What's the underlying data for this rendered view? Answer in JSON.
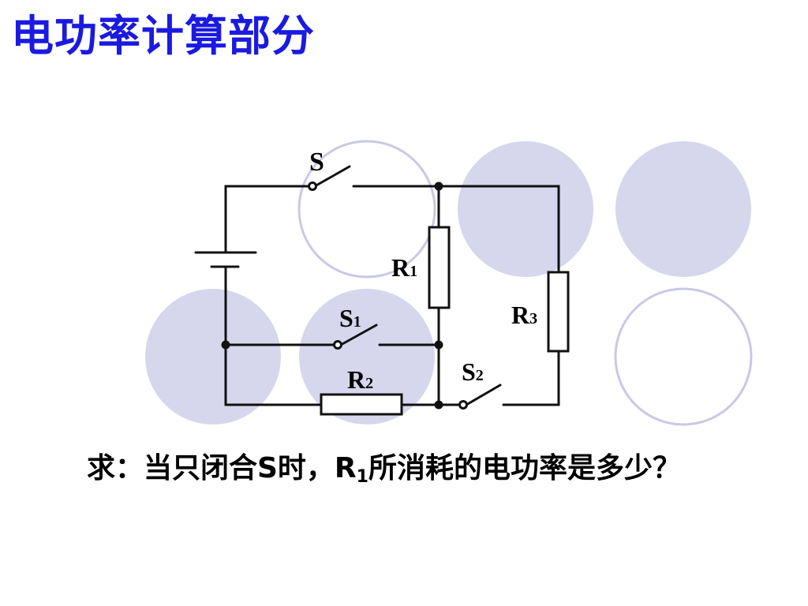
{
  "title": "电功率计算部分",
  "labels": {
    "S": "S",
    "S1": "S",
    "S1_sub": "1",
    "S2": "S",
    "S2_sub": "2",
    "R1": "R",
    "R1_sub": "1",
    "R2": "R",
    "R2_sub": "2",
    "R3": "R",
    "R3_sub": "3"
  },
  "question": {
    "part1": "求：当只闭合S时，R",
    "sub": "1",
    "part2": "所消耗的电功率是多少？"
  },
  "colors": {
    "title": "#1a1ae0",
    "circle_fill": "#d6d6ec",
    "circle_outline": "#c9c9e6",
    "wire": "#111111"
  }
}
